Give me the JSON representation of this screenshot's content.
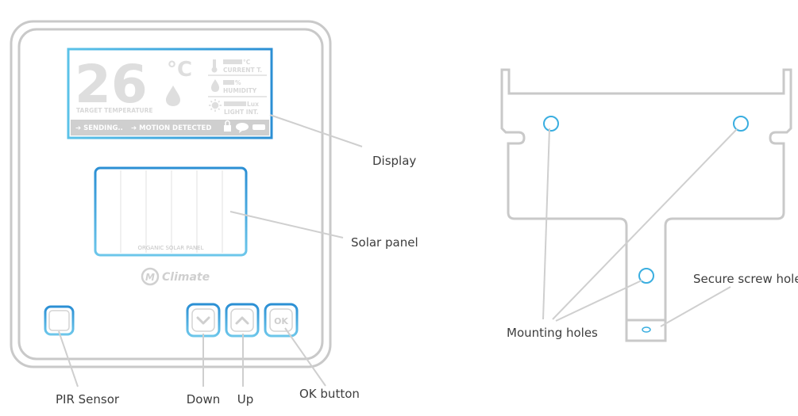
{
  "device": {
    "display": {
      "temperature": "26",
      "unit": "°C",
      "target_label": "TARGET  TEMPERATURE",
      "readings": [
        {
          "value": "°C",
          "label": "CURRENT T."
        },
        {
          "value": "%",
          "label": "HUMIDITY"
        },
        {
          "value": "Lux",
          "label": "LIGHT INT."
        }
      ],
      "status_sending": "➔ SENDING..",
      "status_motion": "➔ MOTION DETECTED"
    },
    "solar_panel_text": "ORGANIC SOLAR PANEL",
    "brand": "Climate",
    "ok_button_text": "OK"
  },
  "labels": {
    "display": "Display",
    "solar_panel": "Solar panel",
    "pir_sensor": "PIR Sensor",
    "down": "Down",
    "up": "Up",
    "ok_button": "OK button",
    "mounting_holes": "Mounting holes",
    "secure_screw_hole": "Secure screw hole"
  },
  "colors": {
    "accent_blue": "#3aaee0",
    "outline_gray": "#c9c9c9",
    "lcd_gray": "#dedede",
    "label_text": "#3d3d3d"
  }
}
